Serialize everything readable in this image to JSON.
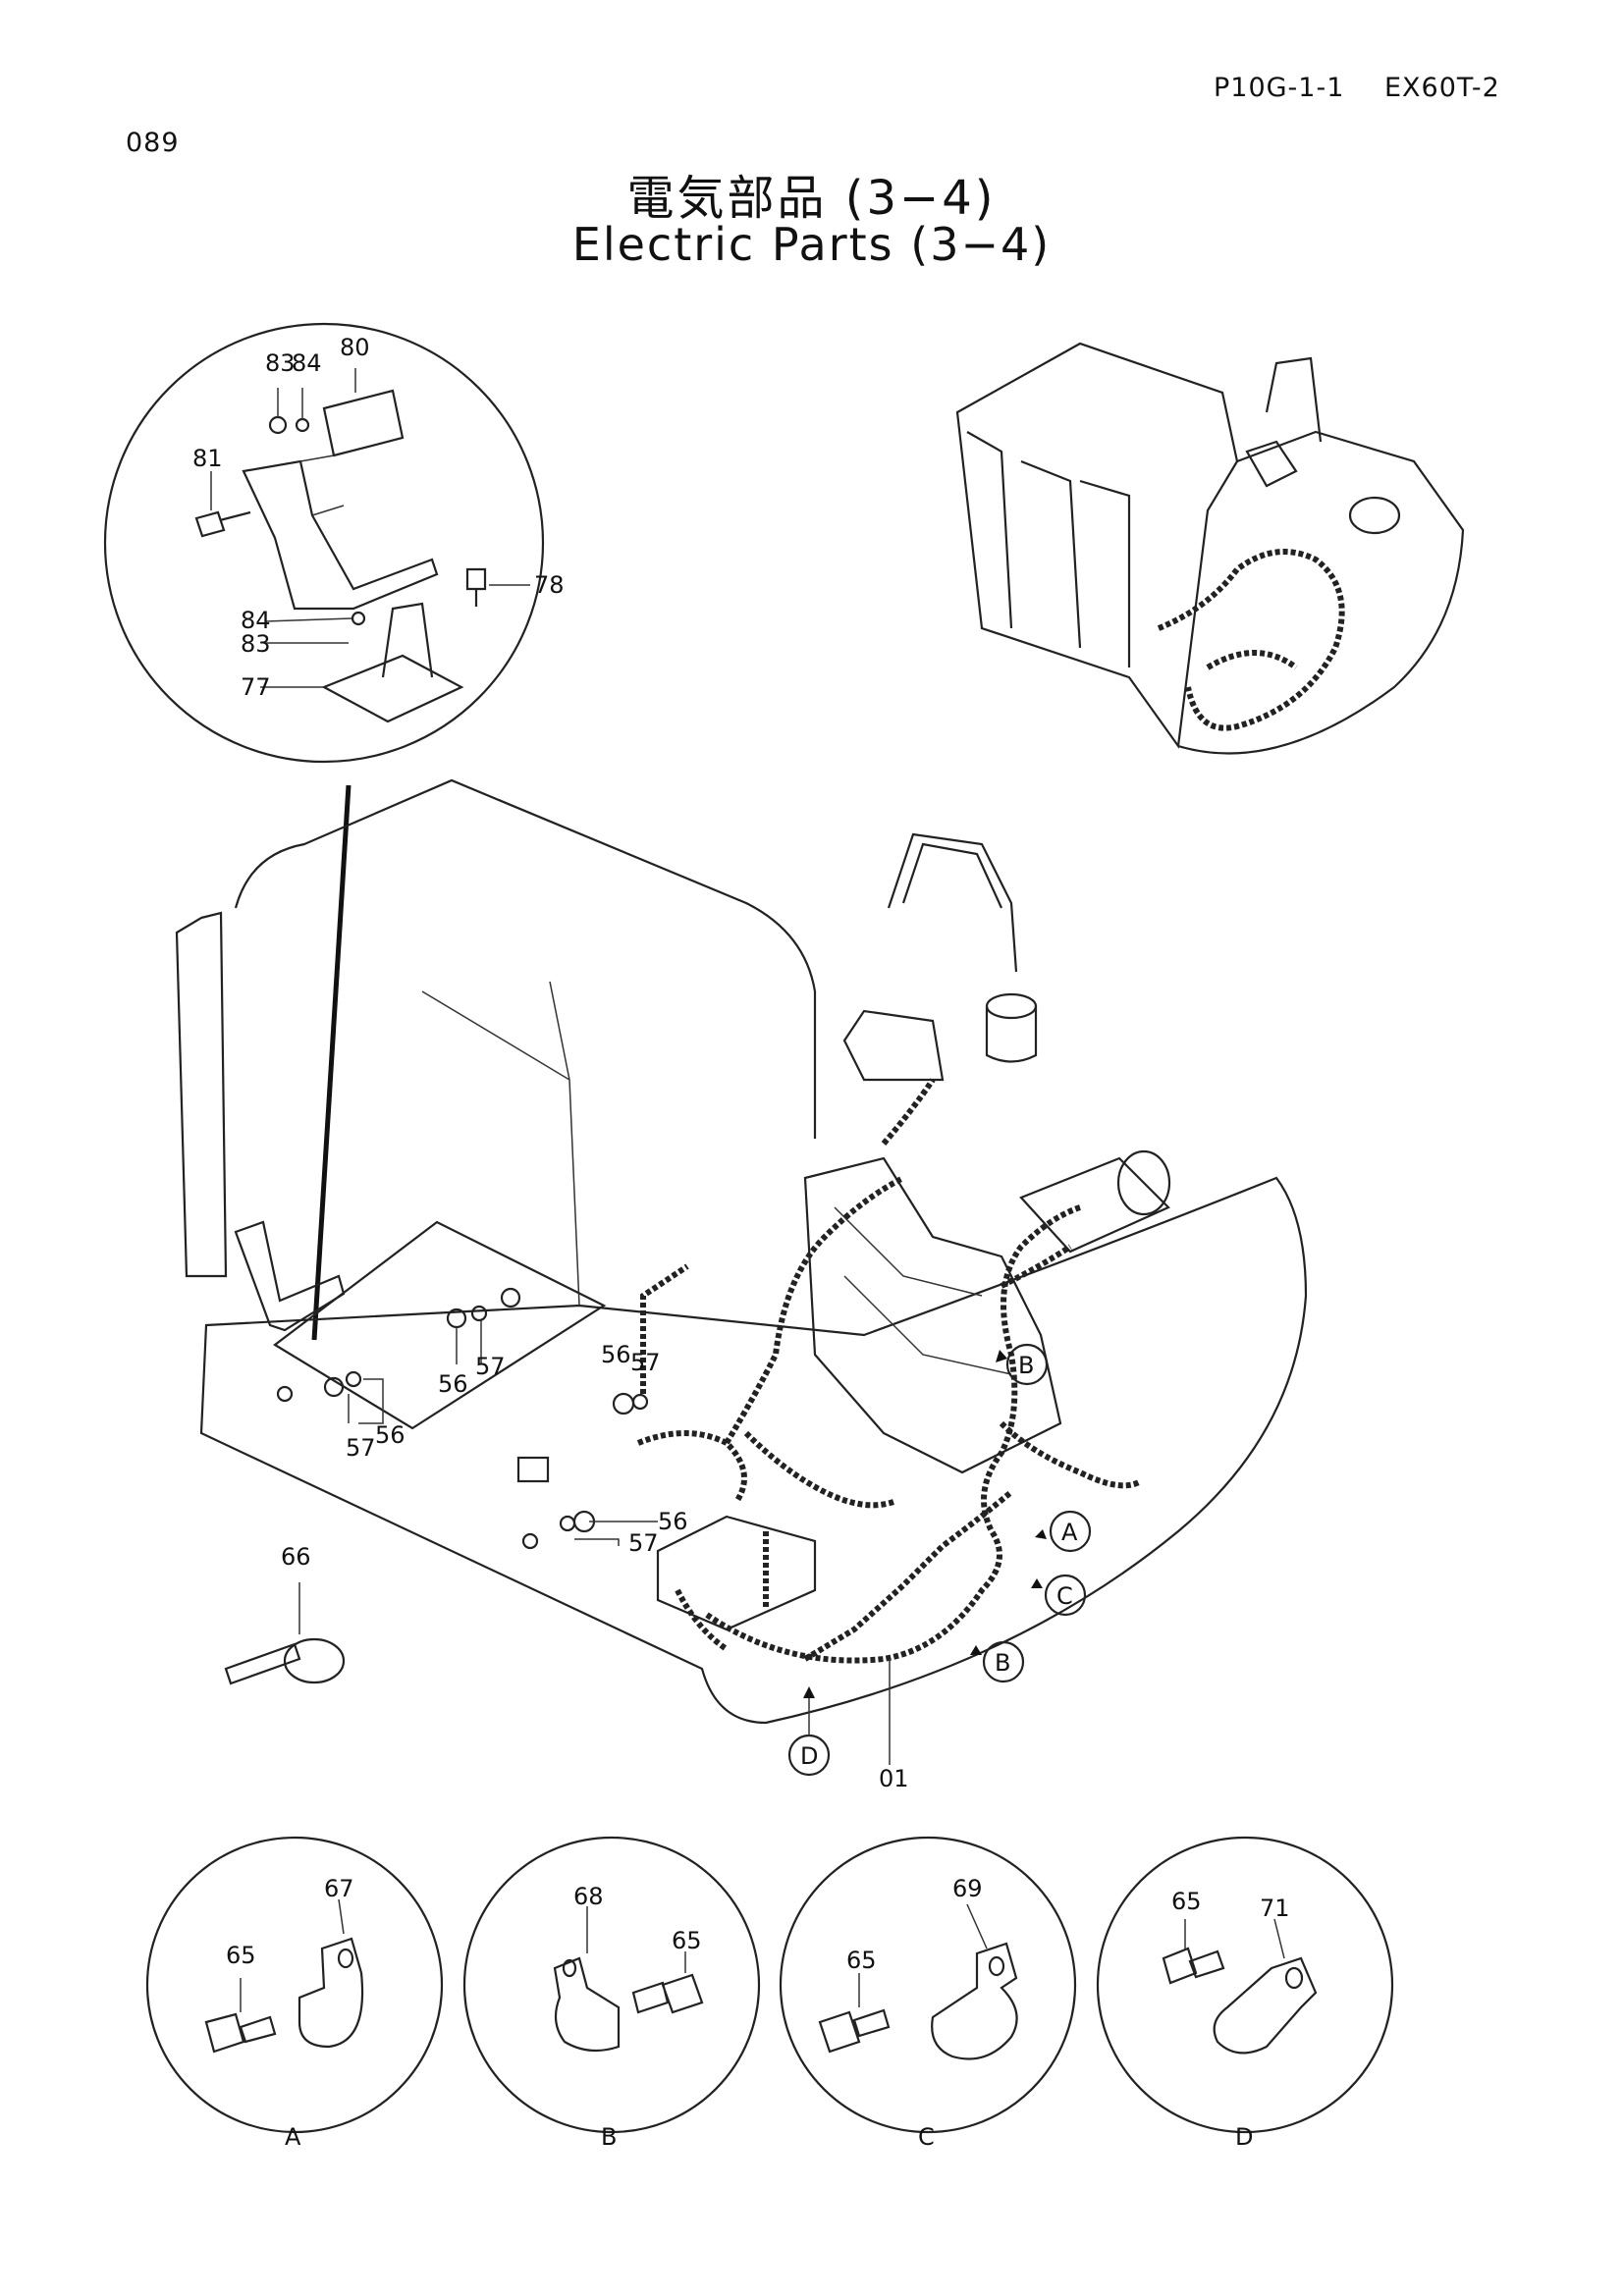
{
  "header": {
    "page_number": "089",
    "doc_code": "P10G-1-1",
    "model": "EX60T-2"
  },
  "title": {
    "japanese": "電気部品 (3−4)",
    "english": "Electric Parts (3−4)"
  },
  "detail_bracket": {
    "callouts": [
      "83",
      "84",
      "80",
      "81",
      "78",
      "84",
      "83",
      "77"
    ]
  },
  "main_callouts": {
    "parts": [
      "56",
      "57",
      "56",
      "57",
      "57",
      "56",
      "56",
      "57",
      "66",
      "01"
    ],
    "view_markers": [
      "B",
      "A",
      "C",
      "B",
      "D"
    ]
  },
  "detail_views": [
    {
      "letter": "A",
      "labels": [
        "65",
        "67"
      ]
    },
    {
      "letter": "B",
      "labels": [
        "68",
        "65"
      ]
    },
    {
      "letter": "C",
      "labels": [
        "65",
        "69"
      ]
    },
    {
      "letter": "D",
      "labels": [
        "65",
        "71"
      ]
    }
  ]
}
